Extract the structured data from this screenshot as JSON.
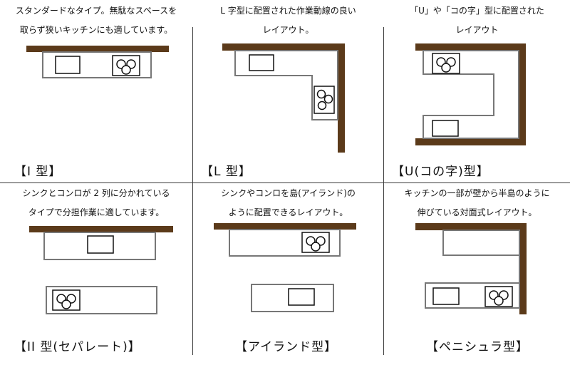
{
  "layouts": [
    {
      "key": "i_type",
      "title": "【I 型】",
      "lines": [
        "スタンダードなタイプ。無駄なスペースを",
        "取らず狭いキッチンにも適しています。"
      ]
    },
    {
      "key": "l_type",
      "title": "【L 型】",
      "lines": [
        "L 字型に配置された作業動線の良い",
        "レイアウト。"
      ]
    },
    {
      "key": "u_type",
      "title": "【U(コの字)型】",
      "lines": [
        "「U」や「コの字」型に配置された",
        "レイアウト"
      ]
    },
    {
      "key": "ii_type",
      "title": "【II 型(セパレート)】",
      "lines": [
        "シンクとコンロが 2 列に分かれている",
        "タイプで分担作業に適しています。"
      ]
    },
    {
      "key": "island_type",
      "title": "【アイランド型】",
      "lines": [
        "シンクやコンロを島(アイランド)の",
        "ように配置できるレイアウト。"
      ]
    },
    {
      "key": "peninsula_type",
      "title": "【ペニシュラ型】",
      "lines": [
        "キッチンの一部が壁から半島のように",
        "伸びている対面式レイアウト。"
      ]
    }
  ],
  "colors": {
    "wall": "#5b3a1a",
    "outline": "#777777",
    "ink": "#111111"
  },
  "icons": {
    "sink": "sink-rectangle-icon",
    "stove": "three-burner-stove-icon"
  }
}
